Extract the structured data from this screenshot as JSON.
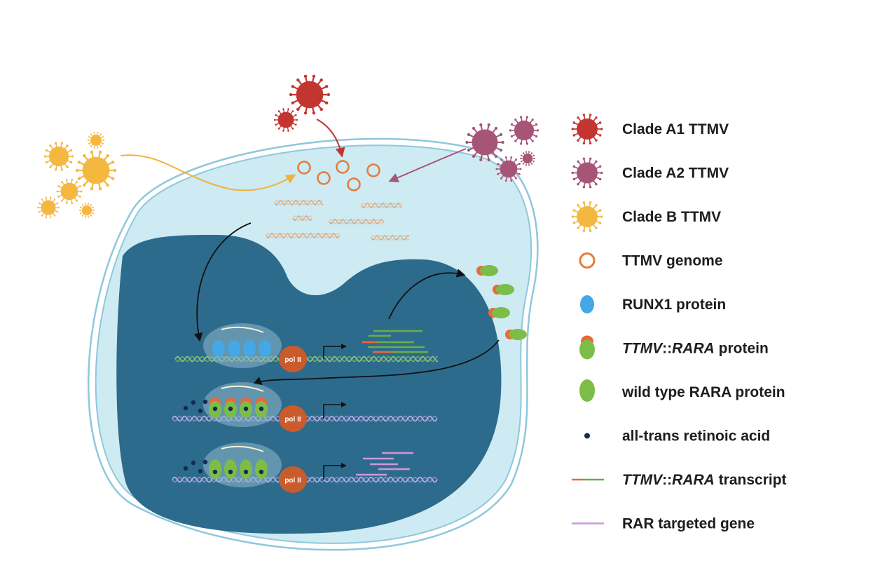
{
  "colors": {
    "cladeA1": "#c23530",
    "cladeA2": "#a65577",
    "cladeB": "#f4b840",
    "genome": "#e57a3c",
    "runx1": "#45a8e6",
    "rara": "#7cbd47",
    "fusionCap": "#e8693a",
    "atra": "#162a52",
    "transcriptOrange": "#e8693a",
    "transcriptGreen": "#6aae46",
    "targetGene": "#cf96dd",
    "cytoplasm": "#ceeaf3",
    "membrane": "#8ec8dc",
    "nucleus": "#2d6b8c",
    "polII": "#c95b2d",
    "dna": "#c9a98a"
  },
  "polii_label": "pol II",
  "legend": [
    {
      "icon": "clade-a1-virus-icon",
      "parts": [
        {
          "text": "Clade A1 TTMV",
          "italic": false
        }
      ]
    },
    {
      "icon": "clade-a2-virus-icon",
      "parts": [
        {
          "text": "Clade A2 TTMV",
          "italic": false
        }
      ]
    },
    {
      "icon": "clade-b-virus-icon",
      "parts": [
        {
          "text": "Clade B TTMV",
          "italic": false
        }
      ]
    },
    {
      "icon": "ttmv-genome-ring-icon",
      "parts": [
        {
          "text": "TTMV genome",
          "italic": false
        }
      ]
    },
    {
      "icon": "runx1-protein-icon",
      "parts": [
        {
          "text": "RUNX1 protein",
          "italic": false
        }
      ]
    },
    {
      "icon": "ttmv-rara-protein-icon",
      "parts": [
        {
          "text": "TTMV",
          "italic": true
        },
        {
          "text": "::",
          "italic": false
        },
        {
          "text": "RARA",
          "italic": true
        },
        {
          "text": " protein",
          "italic": false
        }
      ]
    },
    {
      "icon": "wild-type-rara-protein-icon",
      "parts": [
        {
          "text": "wild type RARA protein",
          "italic": false
        }
      ]
    },
    {
      "icon": "all-trans-retinoic-acid-icon",
      "parts": [
        {
          "text": "all-trans retinoic acid",
          "italic": false
        }
      ]
    },
    {
      "icon": "ttmv-rara-transcript-icon",
      "parts": [
        {
          "text": "TTMV",
          "italic": true
        },
        {
          "text": "::",
          "italic": false
        },
        {
          "text": "RARA",
          "italic": true
        },
        {
          "text": " transcript",
          "italic": false
        }
      ]
    },
    {
      "icon": "rar-targeted-gene-icon",
      "parts": [
        {
          "text": "RAR targeted gene",
          "italic": false
        }
      ]
    }
  ]
}
